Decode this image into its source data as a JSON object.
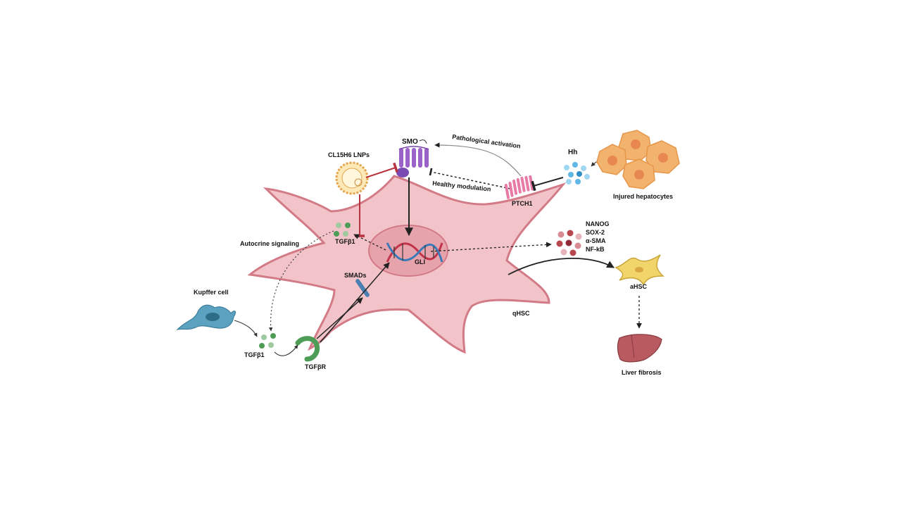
{
  "labels": {
    "smo": "SMO",
    "cl15h6": "CL15H6 LNPs",
    "pathological": "Pathological activation",
    "healthy": "Healthy modulation",
    "hh": "Hh",
    "injured_hepatocytes": "Injured hepatocytes",
    "ptch1": "PTCH1",
    "nanog": "NANOG",
    "sox2": "SOX-2",
    "asma": "α-SMA",
    "nfkb": "NF-kB",
    "autocrine": "Autocrine signaling",
    "tgfb1_cell": "TGFβ1",
    "gli": "GLI",
    "smads": "SMADs",
    "kupffer": "Kupffer cell",
    "tgfb1_kupffer": "TGFβ1",
    "tgfbr": "TGFβR",
    "qhsc": "qHSC",
    "ahsc": "aHSC",
    "liver_fibrosis": "Liver fibrosis"
  },
  "colors": {
    "cell_fill": "#f2c4c9",
    "cell_stroke": "#d27a86",
    "nucleus_fill": "#e7a3ab",
    "smo_purple": "#9b63c9",
    "ptch1_pink": "#e87aa6",
    "hepatocyte": "#f2b36e",
    "hh_blue": "#5fb7e6",
    "inhibit_red": "#b8323f",
    "kupffer_blue": "#5aa2c0",
    "tgfb_green": "#4e9d57",
    "smads_blue": "#4b7fb1",
    "ahsc_yellow": "#f1d56a",
    "liver_red": "#b85a5f"
  }
}
